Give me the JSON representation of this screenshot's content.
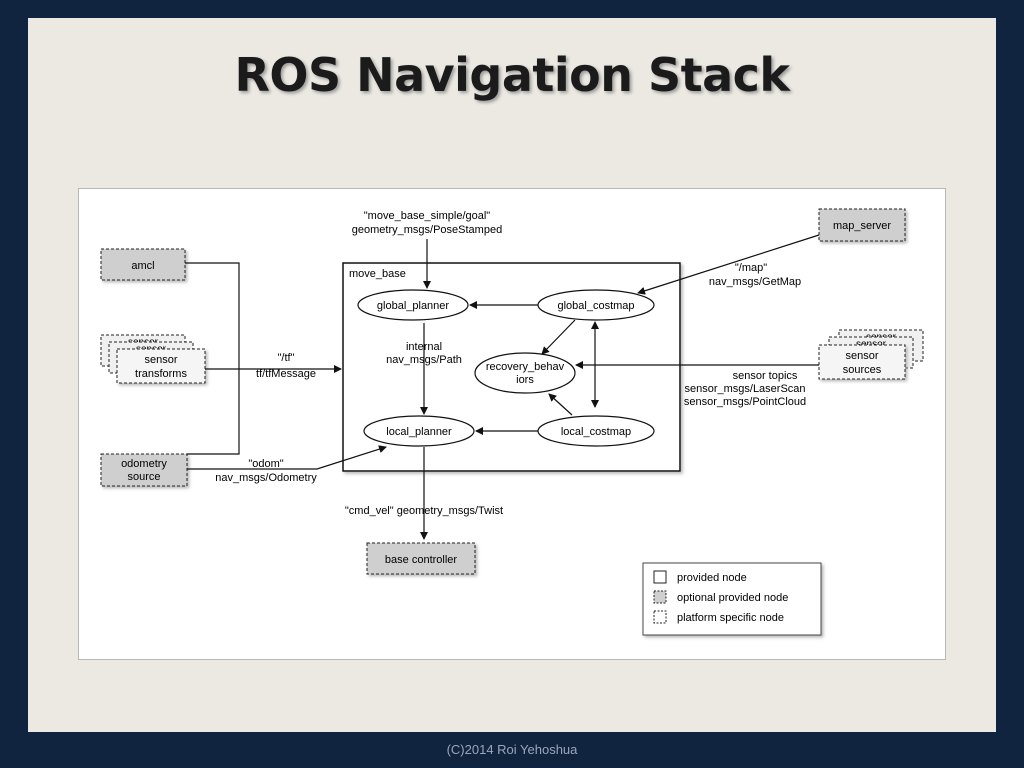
{
  "slide": {
    "title": "ROS Navigation Stack",
    "footer": "(C)2014 Roi Yehoshua"
  },
  "diagram": {
    "container_label": "move_base",
    "nodes": {
      "amcl": "amcl",
      "sensor_transforms_l1": "sensor",
      "sensor_transforms_l2": "transforms",
      "stack_behind_1": "sensor",
      "stack_behind_2": "sensor",
      "odometry_l1": "odometry",
      "odometry_l2": "source",
      "map_server": "map_server",
      "sensor_sources_l1": "sensor",
      "sensor_sources_l2": "sources",
      "stack_behind_3": "sensor",
      "stack_behind_4": "sensor",
      "global_planner": "global_planner",
      "global_costmap": "global_costmap",
      "recovery_l1": "recovery_behav",
      "recovery_l2": "iors",
      "local_planner": "local_planner",
      "local_costmap": "local_costmap",
      "base_controller": "base controller"
    },
    "labels": {
      "goal_l1": "\"move_base_simple/goal\"",
      "goal_l2": "geometry_msgs/PoseStamped",
      "map_l1": "\"/map\"",
      "map_l2": "nav_msgs/GetMap",
      "tf_l1": "\"/tf\"",
      "tf_l2": "tf/tfMessage",
      "internal_l1": "internal",
      "internal_l2": "nav_msgs/Path",
      "sensor_topics_l1": "sensor topics",
      "sensor_topics_l2": "sensor_msgs/LaserScan",
      "sensor_topics_l3": "sensor_msgs/PointCloud",
      "odom_l1": "\"odom\"",
      "odom_l2": "nav_msgs/Odometry",
      "cmd_vel": "\"cmd_vel\" geometry_msgs/Twist"
    },
    "legend": {
      "provided": "provided node",
      "optional": "optional provided node",
      "platform": "platform specific node"
    }
  }
}
